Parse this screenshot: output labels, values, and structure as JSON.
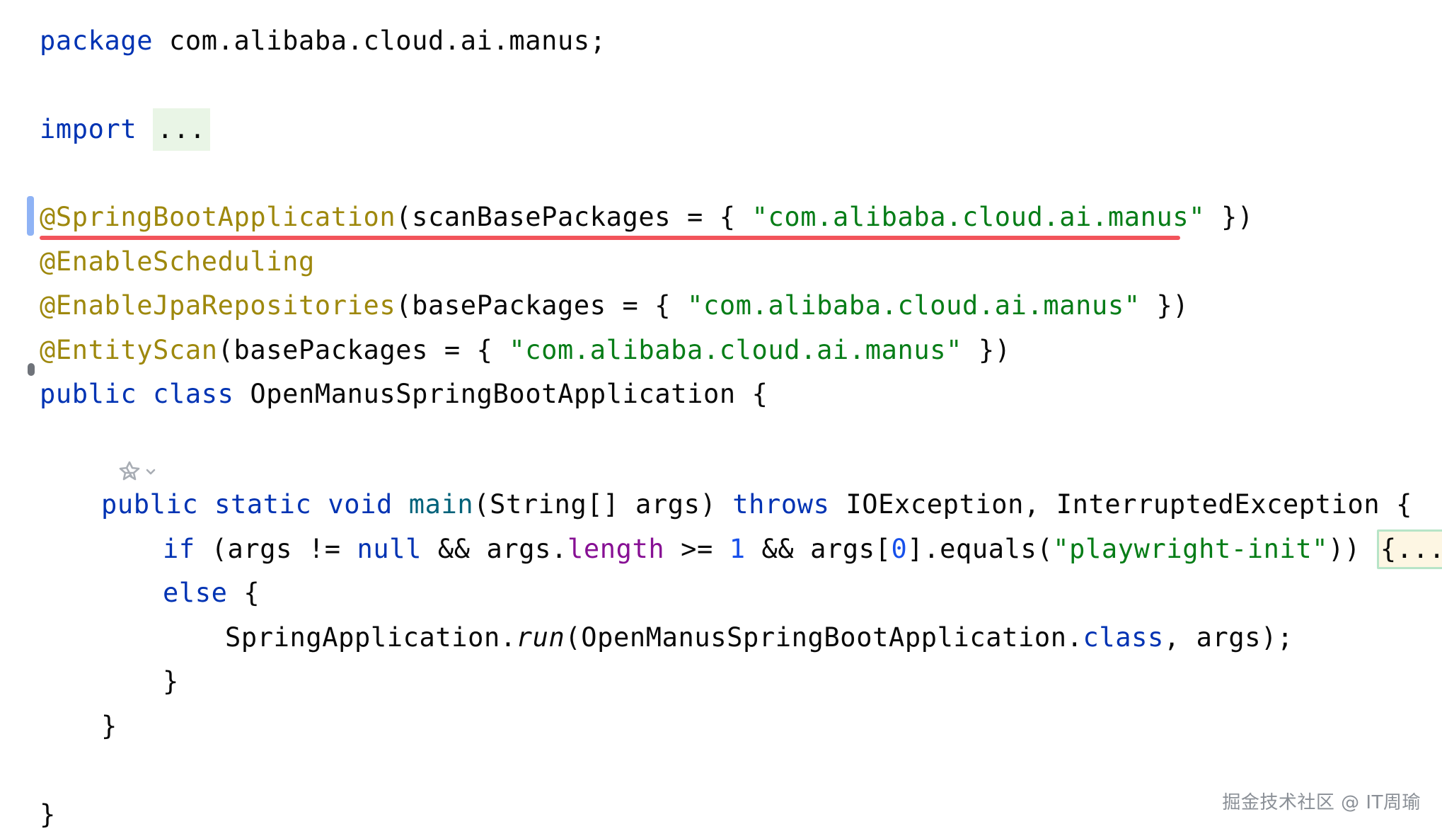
{
  "code": {
    "line_package": {
      "kw": "package",
      "rest": " com.alibaba.cloud.ai.manus;"
    },
    "line_import": {
      "kw": "import",
      "folded": "..."
    },
    "line_springboot": {
      "ann": "@SpringBootApplication",
      "pre": "(scanBasePackages = { ",
      "str": "\"com.alibaba.cloud.ai.manus\"",
      "post": " })"
    },
    "line_scheduling": {
      "ann": "@EnableScheduling"
    },
    "line_jpa": {
      "ann": "@EnableJpaRepositories",
      "pre": "(basePackages = { ",
      "str": "\"com.alibaba.cloud.ai.manus\"",
      "post": " })"
    },
    "line_entityscan": {
      "ann": "@EntityScan",
      "pre": "(basePackages = { ",
      "str": "\"com.alibaba.cloud.ai.manus\"",
      "post": " })"
    },
    "line_class": {
      "kw1": "public",
      "kw2": "class",
      "name": " OpenManusSpringBootApplication {"
    },
    "line_main": {
      "kw1": "public",
      "kw2": "static",
      "kw3": "void",
      "fn": "main",
      "params": "(String[] args) ",
      "throws": "throws",
      "rest": " IOException, InterruptedException {"
    },
    "line_if": {
      "kw_if": "if",
      "a": " (args != ",
      "kw_null": "null",
      "b": " && args.",
      "field": "length",
      "c": " >= ",
      "num1": "1",
      "d": " && args[",
      "num0": "0",
      "e": "].equals(",
      "str": "\"playwright-init\"",
      "f": ")) ",
      "folded": "{...}"
    },
    "line_else": {
      "kw": "else",
      "rest": " {"
    },
    "line_run": {
      "a": "SpringApplication.",
      "run": "run",
      "b": "(OpenManusSpringBootApplication.",
      "kw": "class",
      "c": ", args);"
    },
    "line_close1": {
      "text": "}"
    },
    "line_close2": {
      "text": "}"
    },
    "line_close3": {
      "text": "}"
    }
  },
  "watermark": "掘金技术社区 @ IT周瑜",
  "icons": {
    "gutter_hint": "ai-sparkle-chevron-icon"
  },
  "colors": {
    "keyword": "#0033b3",
    "annotation": "#9e880d",
    "string": "#067d17",
    "number": "#1750eb",
    "field": "#871094",
    "underline": "#f2545b"
  }
}
